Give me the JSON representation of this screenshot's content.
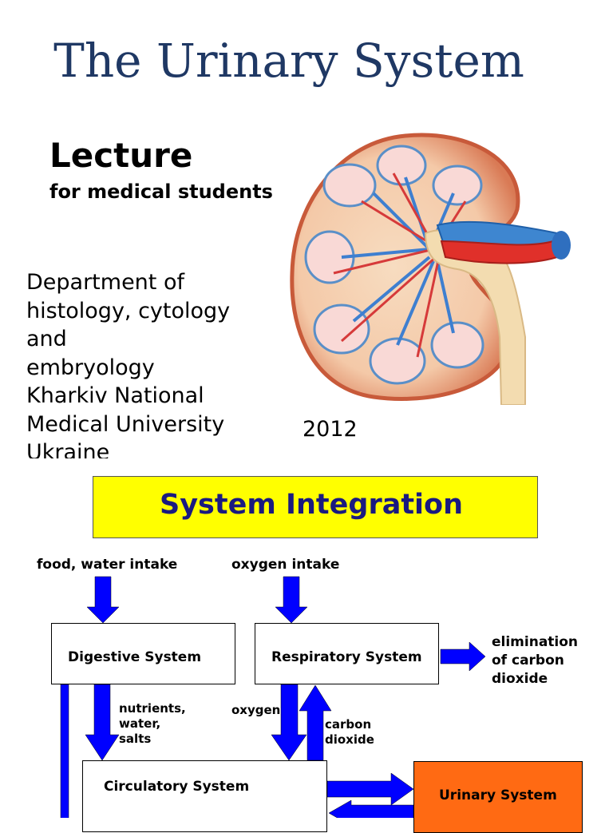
{
  "slide1": {
    "title": "The Urinary System",
    "lecture": "Lecture",
    "lecture_subtitle": "for medical students",
    "department_lines": [
      "Department of",
      "histology, cytology",
      "and",
      "embryology",
      "Kharkiv National",
      "Medical University",
      "Ukraine"
    ],
    "year": "2012"
  },
  "slide2": {
    "title": "System Integration",
    "inputs": {
      "food": "food, water intake",
      "oxygen": "oxygen intake"
    },
    "systems": {
      "digestive": "Digestive System",
      "respiratory": "Respiratory System",
      "circulatory": "Circulatory System",
      "urinary": "Urinary System"
    },
    "outputs": {
      "co2_lines": [
        "elimination",
        "of carbon",
        "dioxide"
      ]
    },
    "flows": {
      "nutrients_lines": [
        "nutrients,",
        "water,",
        "salts"
      ],
      "oxygen": "oxygen",
      "carbon_lines": [
        "carbon",
        "dioxide"
      ]
    }
  },
  "colors": {
    "title": "#1f3864",
    "highlight_box": "#ffff00",
    "arrow": "#0000ff",
    "urinary_box": "#ff6a13"
  }
}
